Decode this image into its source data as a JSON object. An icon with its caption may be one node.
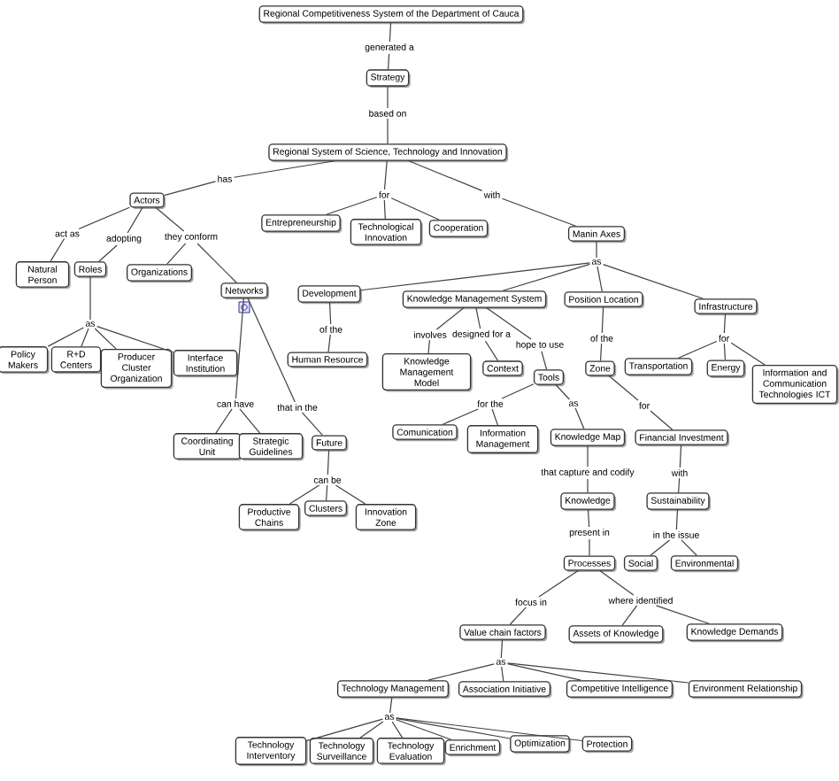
{
  "diagram": {
    "nodes": [
      {
        "text": [
          "Regional Competitiveness System of the Department of Cauca"
        ]
      },
      {
        "text": [
          "generated a"
        ]
      },
      {
        "text": [
          "Strategy"
        ]
      },
      {
        "text": [
          "based on"
        ]
      },
      {
        "text": [
          "Regional System of Science, Technology and Innovation"
        ]
      },
      {
        "text": [
          "has"
        ]
      },
      {
        "text": [
          "for"
        ]
      },
      {
        "text": [
          "with"
        ]
      },
      {
        "text": [
          "Actors"
        ]
      },
      {
        "text": [
          "Entrepreneurship"
        ]
      },
      {
        "text": [
          "Technological Innovation"
        ]
      },
      {
        "text": [
          "Cooperation"
        ]
      },
      {
        "text": [
          "Manin Axes"
        ]
      },
      {
        "text": [
          "act as"
        ]
      },
      {
        "text": [
          "adopting"
        ]
      },
      {
        "text": [
          "they conform"
        ]
      },
      {
        "text": [
          "Natural Person"
        ]
      },
      {
        "text": [
          "Roles"
        ]
      },
      {
        "text": [
          "Organizations"
        ]
      },
      {
        "text": [
          "Networks"
        ]
      },
      {
        "text": [
          "as"
        ]
      },
      {
        "text": [
          "Policy Makers"
        ]
      },
      {
        "text": [
          "R+D Centers"
        ]
      },
      {
        "text": [
          "Producer Cluster Organization"
        ]
      },
      {
        "text": [
          "Interface Institution"
        ]
      },
      {
        "text": [
          "as"
        ]
      },
      {
        "text": [
          "Development"
        ]
      },
      {
        "text": [
          "Knowledge Management System"
        ]
      },
      {
        "text": [
          "Position Location"
        ]
      },
      {
        "text": [
          "Infrastructure"
        ]
      },
      {
        "text": [
          "of the"
        ]
      },
      {
        "text": [
          "involves"
        ]
      },
      {
        "text": [
          "designed for a"
        ]
      },
      {
        "text": [
          "hope to use"
        ]
      },
      {
        "text": [
          "of the"
        ]
      },
      {
        "text": [
          "for"
        ]
      },
      {
        "text": [
          "Human Resource"
        ]
      },
      {
        "text": [
          "Knowledge Management Model"
        ]
      },
      {
        "text": [
          "Context"
        ]
      },
      {
        "text": [
          "Tools"
        ]
      },
      {
        "text": [
          "Zone"
        ]
      },
      {
        "text": [
          "Transportation"
        ]
      },
      {
        "text": [
          "Energy"
        ]
      },
      {
        "text": [
          "Information and Communication Technologies ICT"
        ]
      },
      {
        "text": [
          "can have"
        ]
      },
      {
        "text": [
          "that in the"
        ]
      },
      {
        "text": [
          "for the"
        ]
      },
      {
        "text": [
          "as"
        ]
      },
      {
        "text": [
          "for"
        ]
      },
      {
        "text": [
          "Comunication"
        ]
      },
      {
        "text": [
          "Information Management"
        ]
      },
      {
        "text": [
          "Knowledge Map"
        ]
      },
      {
        "text": [
          "Financial Investment"
        ]
      },
      {
        "text": [
          "Coordinating Unit"
        ]
      },
      {
        "text": [
          "Strategic Guidelines"
        ]
      },
      {
        "text": [
          "Future"
        ]
      },
      {
        "text": [
          "that capture and codify"
        ]
      },
      {
        "text": [
          "with"
        ]
      },
      {
        "text": [
          "can be"
        ]
      },
      {
        "text": [
          "Knowledge"
        ]
      },
      {
        "text": [
          "Sustainability"
        ]
      },
      {
        "text": [
          "Productive Chains"
        ]
      },
      {
        "text": [
          "Clusters"
        ]
      },
      {
        "text": [
          "Innovation Zone"
        ]
      },
      {
        "text": [
          "present in"
        ]
      },
      {
        "text": [
          "in the issue"
        ]
      },
      {
        "text": [
          "Processes"
        ]
      },
      {
        "text": [
          "Social"
        ]
      },
      {
        "text": [
          "Environmental"
        ]
      },
      {
        "text": [
          "focus in"
        ]
      },
      {
        "text": [
          "where identified"
        ]
      },
      {
        "text": [
          "Value chain factors"
        ]
      },
      {
        "text": [
          "Assets of Knowledge"
        ]
      },
      {
        "text": [
          "Knowledge Demands"
        ]
      },
      {
        "text": [
          "as"
        ]
      },
      {
        "text": [
          "Technology Management"
        ]
      },
      {
        "text": [
          "Association Initiative"
        ]
      },
      {
        "text": [
          "Competitive Intelligence"
        ]
      },
      {
        "text": [
          "Environment Relationship"
        ]
      },
      {
        "text": [
          "as"
        ]
      },
      {
        "text": [
          "Technology Interventory"
        ]
      },
      {
        "text": [
          "Technology Surveillance"
        ]
      },
      {
        "text": [
          "Technology Evaluation"
        ]
      },
      {
        "text": [
          "Enrichment"
        ]
      },
      {
        "text": [
          "Optimization"
        ]
      },
      {
        "text": [
          "Protection"
        ]
      }
    ],
    "edges": [
      {
        "from": 0,
        "to": 1,
        "arrow": "none"
      },
      {
        "from": 1,
        "to": 2,
        "arrow": "none"
      },
      {
        "from": 2,
        "to": 3,
        "arrow": "none"
      },
      {
        "from": 3,
        "to": 4,
        "arrow": "none"
      },
      {
        "from": 4,
        "to": 5,
        "arrow": "none"
      },
      {
        "from": 5,
        "to": 8,
        "arrow": "none"
      },
      {
        "from": 4,
        "to": 6,
        "arrow": "none"
      },
      {
        "from": 6,
        "to": 9,
        "arrow": "none"
      },
      {
        "from": 6,
        "to": 10,
        "arrow": "none"
      },
      {
        "from": 6,
        "to": 11,
        "arrow": "none"
      },
      {
        "from": 4,
        "to": 7,
        "arrow": "none"
      },
      {
        "from": 7,
        "to": 12,
        "arrow": "none"
      },
      {
        "from": 8,
        "to": 13,
        "arrow": "none"
      },
      {
        "from": 13,
        "to": 16,
        "arrow": "none"
      },
      {
        "from": 8,
        "to": 14,
        "arrow": "none"
      },
      {
        "from": 14,
        "to": 17,
        "arrow": "none"
      },
      {
        "from": 8,
        "to": 15,
        "arrow": "none"
      },
      {
        "from": 15,
        "to": 18,
        "arrow": "none"
      },
      {
        "from": 15,
        "to": 19,
        "arrow": "none"
      },
      {
        "from": 17,
        "to": 20,
        "arrow": "none"
      },
      {
        "from": 20,
        "to": 21,
        "arrow": "none"
      },
      {
        "from": 20,
        "to": 22,
        "arrow": "none"
      },
      {
        "from": 20,
        "to": 23,
        "arrow": "none"
      },
      {
        "from": 20,
        "to": 24,
        "arrow": "none"
      },
      {
        "from": 12,
        "to": 25,
        "arrow": "none"
      },
      {
        "from": 25,
        "to": 26,
        "arrow": "none"
      },
      {
        "from": 25,
        "to": 27,
        "arrow": "none"
      },
      {
        "from": 25,
        "to": 28,
        "arrow": "none"
      },
      {
        "from": 25,
        "to": 29,
        "arrow": "none"
      },
      {
        "from": 26,
        "to": 30,
        "arrow": "none"
      },
      {
        "from": 30,
        "to": 36,
        "arrow": "none"
      },
      {
        "from": 27,
        "to": 31,
        "arrow": "none"
      },
      {
        "from": 31,
        "to": 37,
        "arrow": "none"
      },
      {
        "from": 27,
        "to": 32,
        "arrow": "none"
      },
      {
        "from": 32,
        "to": 38,
        "arrow": "none"
      },
      {
        "from": 27,
        "to": 33,
        "arrow": "none"
      },
      {
        "from": 33,
        "to": 39,
        "arrow": "none"
      },
      {
        "from": 28,
        "to": 34,
        "arrow": "none"
      },
      {
        "from": 34,
        "to": 40,
        "arrow": "none"
      },
      {
        "from": 29,
        "to": 35,
        "arrow": "none"
      },
      {
        "from": 35,
        "to": 41,
        "arrow": "none"
      },
      {
        "from": 35,
        "to": 42,
        "arrow": "none"
      },
      {
        "from": 35,
        "to": 43,
        "arrow": "none"
      },
      {
        "from": 19,
        "to": 44,
        "arrow": "none"
      },
      {
        "from": 44,
        "to": 53,
        "arrow": "none"
      },
      {
        "from": 44,
        "to": 54,
        "arrow": "none"
      },
      {
        "from": 19,
        "to": 45,
        "arrow": "none"
      },
      {
        "from": 45,
        "to": 55,
        "arrow": "none"
      },
      {
        "from": 39,
        "to": 46,
        "arrow": "none"
      },
      {
        "from": 46,
        "to": 49,
        "arrow": "none"
      },
      {
        "from": 46,
        "to": 50,
        "arrow": "none"
      },
      {
        "from": 39,
        "to": 47,
        "arrow": "none"
      },
      {
        "from": 47,
        "to": 51,
        "arrow": "none"
      },
      {
        "from": 40,
        "to": 48,
        "arrow": "none"
      },
      {
        "from": 48,
        "to": 52,
        "arrow": "none"
      },
      {
        "from": 51,
        "to": 56,
        "arrow": "none"
      },
      {
        "from": 56,
        "to": 59,
        "arrow": "none"
      },
      {
        "from": 52,
        "to": 57,
        "arrow": "none"
      },
      {
        "from": 57,
        "to": 60,
        "arrow": "none"
      },
      {
        "from": 55,
        "to": 58,
        "arrow": "none"
      },
      {
        "from": 58,
        "to": 61,
        "arrow": "none"
      },
      {
        "from": 58,
        "to": 62,
        "arrow": "none"
      },
      {
        "from": 58,
        "to": 63,
        "arrow": "none"
      },
      {
        "from": 59,
        "to": 64,
        "arrow": "none"
      },
      {
        "from": 64,
        "to": 66,
        "arrow": "none"
      },
      {
        "from": 60,
        "to": 65,
        "arrow": "none"
      },
      {
        "from": 65,
        "to": 67,
        "arrow": "none"
      },
      {
        "from": 65,
        "to": 68,
        "arrow": "none"
      },
      {
        "from": 66,
        "to": 69,
        "arrow": "none"
      },
      {
        "from": 69,
        "to": 71,
        "arrow": "none"
      },
      {
        "from": 66,
        "to": 70,
        "arrow": "none"
      },
      {
        "from": 70,
        "to": 72,
        "arrow": "none"
      },
      {
        "from": 70,
        "to": 73,
        "arrow": "none"
      },
      {
        "from": 71,
        "to": 74,
        "arrow": "none"
      },
      {
        "from": 74,
        "to": 75,
        "arrow": "none"
      },
      {
        "from": 74,
        "to": 76,
        "arrow": "none"
      },
      {
        "from": 74,
        "to": 77,
        "arrow": "none"
      },
      {
        "from": 74,
        "to": 78,
        "arrow": "none"
      },
      {
        "from": 75,
        "to": 79,
        "arrow": "none"
      },
      {
        "from": 79,
        "to": 80,
        "arrow": "none"
      },
      {
        "from": 79,
        "to": 81,
        "arrow": "none"
      },
      {
        "from": 79,
        "to": 82,
        "arrow": "none"
      },
      {
        "from": 79,
        "to": 83,
        "arrow": "none"
      },
      {
        "from": 79,
        "to": 84,
        "arrow": "none"
      },
      {
        "from": 79,
        "to": 85,
        "arrow": "none"
      }
    ]
  }
}
